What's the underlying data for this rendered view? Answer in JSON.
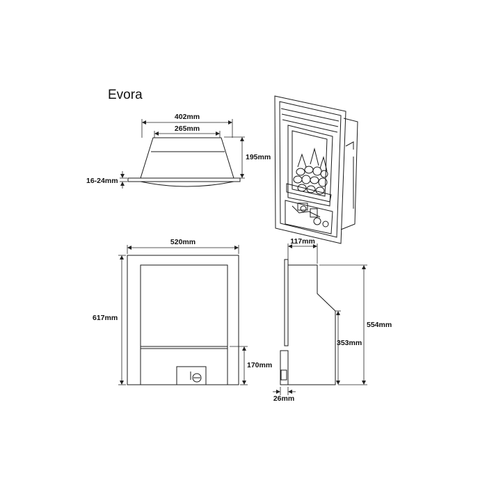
{
  "title": "Evora",
  "dimensions": {
    "top_width_outer": "402mm",
    "top_width_inner": "265mm",
    "top_depth": "195mm",
    "top_lip": "16-24mm",
    "front_width": "520mm",
    "front_height": "617mm",
    "front_lower": "170mm",
    "side_top_depth": "117mm",
    "side_height": "554mm",
    "side_lower_height": "353mm",
    "side_bottom_depth": "26mm"
  }
}
